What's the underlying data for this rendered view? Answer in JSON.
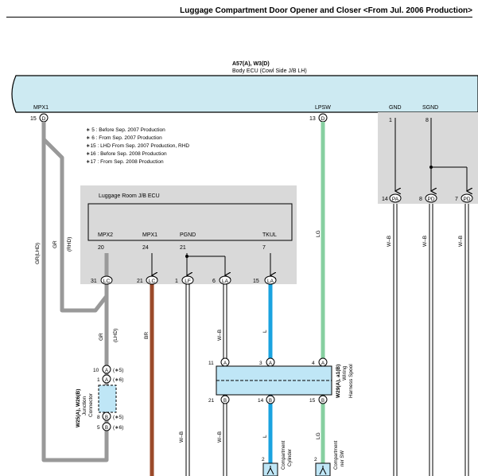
{
  "header": {
    "title": "Luggage Compartment Door Opener and Closer <From Jul. 2006 Production>"
  },
  "body_ecu": {
    "code": "A57(A), W3(D)",
    "name": "Body ECU (Cowl Side J/B LH)"
  },
  "ecu_pins": {
    "mpx1": {
      "label": "MPX1",
      "num": "15",
      "conn": "D"
    },
    "lpsw": {
      "label": "LPSW",
      "num": "13",
      "conn": "D"
    },
    "gnd": {
      "label": "GND",
      "num": "1"
    },
    "sgnd": {
      "label": "SGND",
      "num": "8"
    }
  },
  "notes": [
    "∗ 5 : Before Sep. 2007 Production",
    "∗ 6 : From Sep. 2007 Production",
    "∗15 : LHD From Sep. 2007 Production, RHD",
    "∗16 : Before Sep. 2008 Production",
    "∗17 : From Sep. 2008 Production"
  ],
  "jb_ecu": {
    "name": "Luggage Room J/B ECU",
    "pins": [
      {
        "label": "MPX2",
        "num": "20",
        "bottom_num": "31",
        "bottom_conn": "LC"
      },
      {
        "label": "MPX1",
        "num": "24",
        "bottom_num": "21",
        "bottom_conn": "LC"
      },
      {
        "label": "PGND",
        "num": "21",
        "bottom_num": "1",
        "bottom_conn": "LF"
      },
      {
        "label": "",
        "num": "",
        "bottom_num": "6",
        "bottom_conn": "LA"
      },
      {
        "label": "TKUL",
        "num": "7",
        "bottom_num": "15",
        "bottom_conn": "LA"
      }
    ]
  },
  "right_conns": [
    {
      "num": "14",
      "conn": "PA",
      "wire": "W–B"
    },
    {
      "num": "8",
      "conn": "PD",
      "wire": "W–B"
    },
    {
      "num": "7",
      "conn": "PD",
      "wire": "W–B"
    }
  ],
  "wire_labels": {
    "gr_lhd": "GR(LHD)",
    "gr": "GR",
    "rhd": "(RHD)",
    "lg_top": "LG",
    "gr_lower": "GR",
    "lhd_lower": "(LHD)",
    "br": "BR",
    "wb_mid": "W–B",
    "l_mid": "L",
    "wb_low1": "W–B",
    "wb_low2": "W–B",
    "l_low": "L",
    "lg_low": "LG"
  },
  "junction": {
    "code": "W25(A), W26(B)",
    "name1": "Junction",
    "name2": "Connector",
    "pins": [
      {
        "num": "10",
        "conn": "A",
        "note": "(∗5)"
      },
      {
        "num": "1",
        "conn": "A",
        "note": "(∗6)"
      },
      {
        "num": "8",
        "conn": "B",
        "note": "(∗5)"
      },
      {
        "num": "5",
        "conn": "B",
        "note": "(∗6)"
      }
    ]
  },
  "spool": {
    "code": "W29(A), a1(B)",
    "name1": "Wiring",
    "name2": "Harness Spool",
    "top": [
      {
        "num": "11",
        "conn": "A"
      },
      {
        "num": "3",
        "conn": "A"
      },
      {
        "num": "4",
        "conn": "A"
      }
    ],
    "bottom": [
      {
        "num": "21",
        "conn": "B"
      },
      {
        "num": "14",
        "conn": "B"
      },
      {
        "num": "15",
        "conn": "B"
      }
    ]
  },
  "bottom_devices": [
    {
      "num": "2",
      "lines": [
        "Compartment",
        "Cylinder"
      ]
    },
    {
      "num": "2",
      "lines": [
        "Compartment",
        "ner SW"
      ]
    }
  ],
  "colors": {
    "gray_fill": "#d9d9d9",
    "ecu_band": "#cdeaf2",
    "wire_gray": "#999999",
    "wire_brown": "#9b4a2a",
    "wire_blue": "#1aa3e0",
    "wire_green": "#86cfa0",
    "device_blue": "#bfe6f6"
  }
}
